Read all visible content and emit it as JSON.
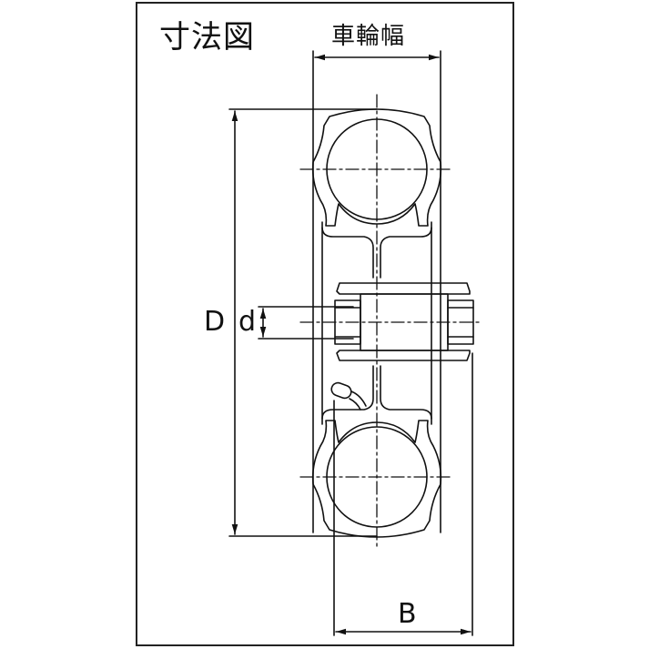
{
  "title": "寸法図",
  "labels": {
    "wheel_width": "車輪幅",
    "outer_diameter": "D",
    "bore_diameter": "d",
    "hub_length": "B"
  },
  "colors": {
    "line": "#111111",
    "frame": "#222222",
    "background": "#ffffff"
  }
}
